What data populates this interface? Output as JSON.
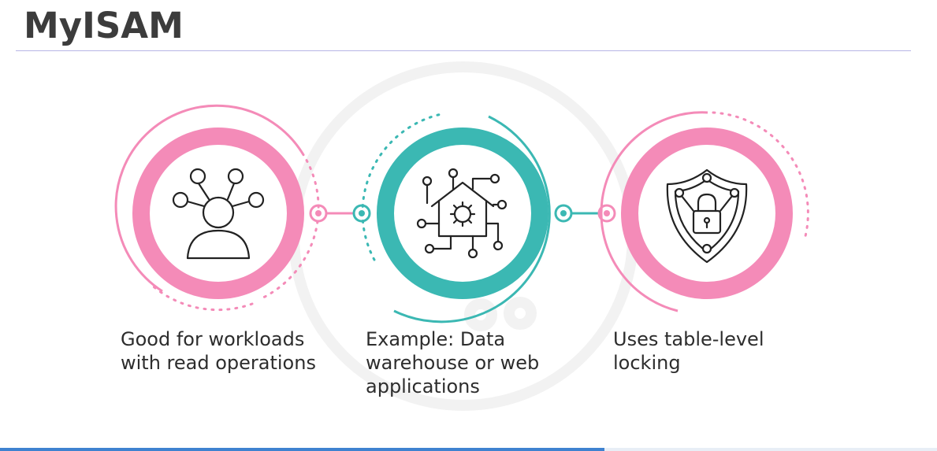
{
  "slide": {
    "title": "MyISAM",
    "captions": [
      "Good for workloads with read operations",
      "Example: Data warehouse or web applications",
      "Uses table-level locking"
    ],
    "icons": [
      "person-network-icon",
      "smart-home-circuit-icon",
      "shield-lock-icon"
    ]
  },
  "colors": {
    "pink": "#f48bb8",
    "teal": "#3bb8b3",
    "title": "#3c3c3c",
    "rule": "#b7b5e6",
    "progress": "#3f82d0"
  },
  "video_progress": 0.645
}
